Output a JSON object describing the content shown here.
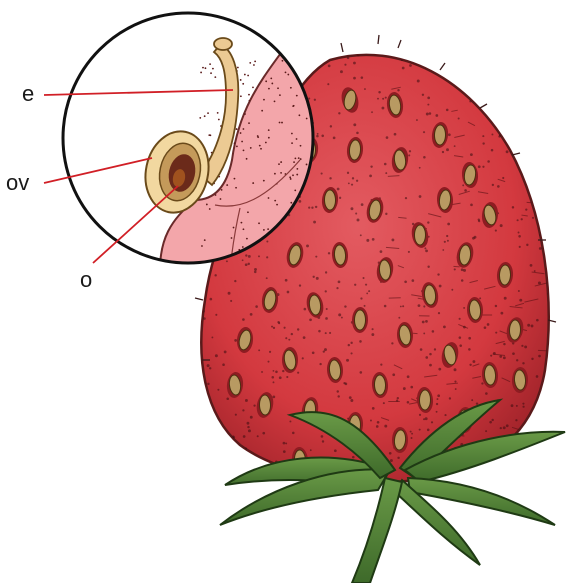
{
  "labels": {
    "e": "e",
    "ov": "ov",
    "o": "o"
  },
  "colors": {
    "berry": "#d8424a",
    "berry_dark": "#a3242c",
    "seed": "#b89a62",
    "leaf": "#4e7d36",
    "leaf_dark": "#2f5220",
    "pointer_line": "#d11f26",
    "magnifier_fill": "#ffffff",
    "flesh_section": "#f0a0a4",
    "embryo_stalk": "#e8c58e",
    "ovule_ring": "#f1d59c",
    "ovary_core": "#6b2a1a"
  },
  "icons": [
    "strawberry-illustration",
    "magnifier-circle",
    "calyx-leaves"
  ]
}
